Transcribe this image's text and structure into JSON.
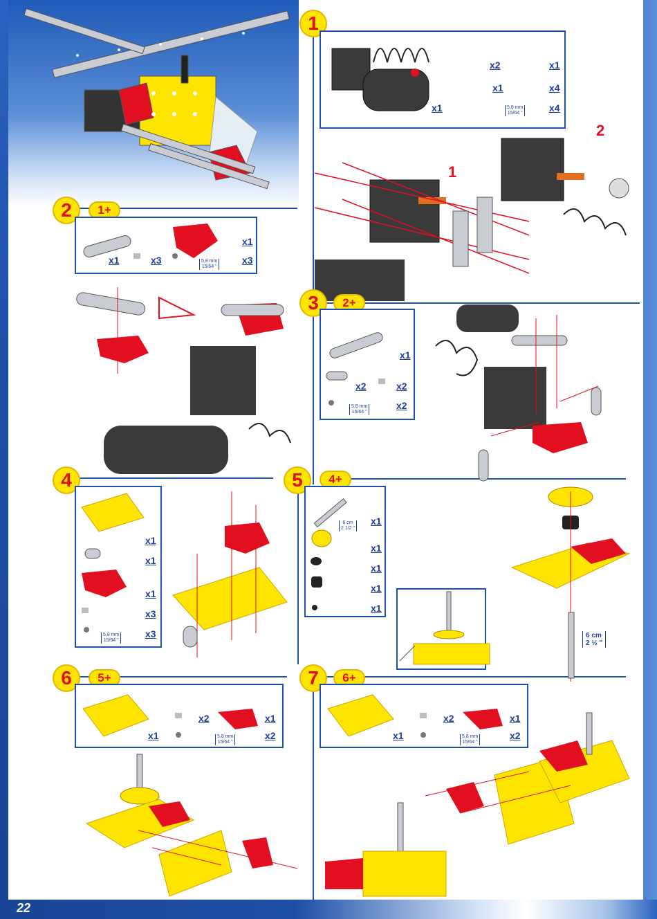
{
  "page_number": "22",
  "steps": {
    "s1": {
      "number": "1",
      "quantities": [
        "x2",
        "x1",
        "x1",
        "x4",
        "x1",
        "x4"
      ],
      "measure": "5,8 mm",
      "measure_sub": "15/64 \"",
      "sub_steps": [
        "1",
        "2"
      ]
    },
    "s2": {
      "number": "2",
      "ref": "1+",
      "quantities": [
        "x1",
        "x1",
        "x3",
        "x3"
      ],
      "measure": "5,8 mm",
      "measure_sub": "15/64 \""
    },
    "s3": {
      "number": "3",
      "ref": "2+",
      "quantities": [
        "x1",
        "x2",
        "x2",
        "x2"
      ],
      "measure": "5,8 mm",
      "measure_sub": "15/64 \""
    },
    "s4": {
      "number": "4",
      "quantities": [
        "x1",
        "x1",
        "x1",
        "x3",
        "x3"
      ],
      "measure": "5,8 mm",
      "measure_sub": "15/64 \""
    },
    "s5": {
      "number": "5",
      "ref": "4+",
      "quantities": [
        "x1",
        "x1",
        "x1",
        "x1",
        "x1"
      ],
      "measure": "6 cm",
      "measure_sub": "2 1/2 \"",
      "rod_measure": "6 cm",
      "rod_measure_sub": "2 ½ \""
    },
    "s6": {
      "number": "6",
      "ref": "5+",
      "quantities": [
        "x2",
        "x1",
        "x1",
        "x2"
      ],
      "measure": "5,8 mm",
      "measure_sub": "15/64 \""
    },
    "s7": {
      "number": "7",
      "ref": "6+",
      "quantities": [
        "x2",
        "x1",
        "x1",
        "x2"
      ],
      "measure": "5,8 mm",
      "measure_sub": "15/64 \""
    }
  },
  "colors": {
    "blue": "#1f4fa8",
    "red": "#e10f1f",
    "yellow": "#ffe400",
    "metal": "#c9ccd2",
    "dark": "#3a3a3a"
  }
}
